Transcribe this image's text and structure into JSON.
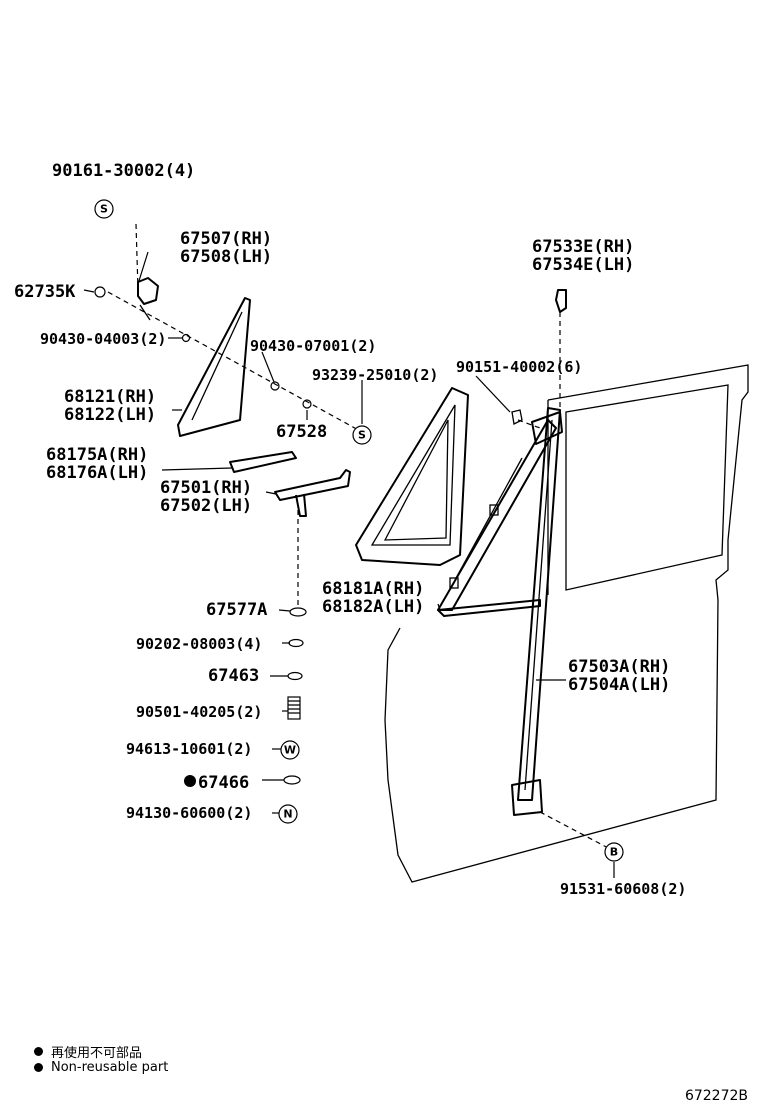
{
  "labels": {
    "p90161": "90161-30002(4)",
    "p67507": "67507(RH)",
    "p67508": "67508(LH)",
    "p62735": "62735K",
    "p90430a": "90430-04003(2)",
    "p90430b": "90430-07001(2)",
    "p68121": "68121(RH)",
    "p68122": "68122(LH)",
    "p93239": "93239-25010(2)",
    "p90151": "90151-40002(6)",
    "p67528": "67528",
    "p67533": "67533E(RH)",
    "p67534": "67534E(LH)",
    "p68175": "68175A(RH)",
    "p68176": "68176A(LH)",
    "p67501": "67501(RH)",
    "p67502": "67502(LH)",
    "p68181": "68181A(RH)",
    "p68182": "68182A(LH)",
    "p67577": "67577A",
    "p90202": "90202-08003(4)",
    "p67463": "67463",
    "p67503": "67503A(RH)",
    "p67504": "67504A(LH)",
    "p90501": "90501-40205(2)",
    "p94613": "94613-10601(2)",
    "p67466": "67466",
    "p94130": "94130-60600(2)",
    "p91531": "91531-60608(2)"
  },
  "symbols": {
    "s1": "S",
    "s2": "S",
    "w": "W",
    "n": "N",
    "b": "B"
  },
  "legend": {
    "jp": "再使用不可部品",
    "en": "Non-reusable part"
  },
  "figure_code": "672272B"
}
